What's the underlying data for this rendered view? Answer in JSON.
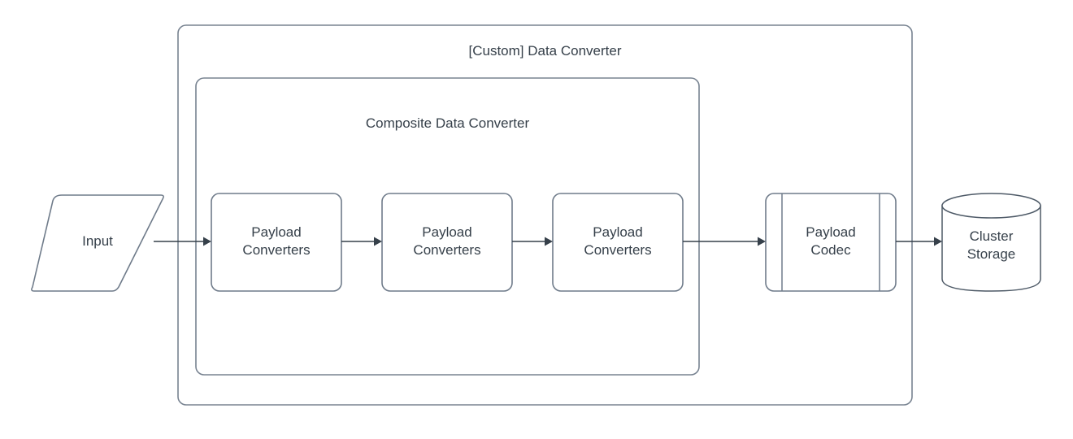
{
  "diagram": {
    "title": "[Custom] Data Converter",
    "background_color": "#ffffff",
    "stroke_color": "#6f7b8a",
    "text_color": "#36404a",
    "containers": [
      {
        "id": "custom-data-converter",
        "label": "[Custom] Data Converter",
        "shape": "rounded-rect"
      },
      {
        "id": "composite-data-converter",
        "label": "Composite Data Converter",
        "shape": "rounded-rect"
      }
    ],
    "nodes": [
      {
        "id": "input",
        "label": "Input",
        "shape": "parallelogram"
      },
      {
        "id": "payload-converters-1",
        "label": "Payload\nConverters",
        "shape": "rounded-rect"
      },
      {
        "id": "payload-converters-2",
        "label": "Payload\nConverters",
        "shape": "rounded-rect"
      },
      {
        "id": "payload-converters-3",
        "label": "Payload\nConverters",
        "shape": "rounded-rect"
      },
      {
        "id": "payload-codec",
        "label": "Payload\nCodec",
        "shape": "predefined-process"
      },
      {
        "id": "cluster-storage",
        "label": "Cluster\nStorage",
        "shape": "cylinder"
      }
    ],
    "edges": [
      {
        "from": "input",
        "to": "payload-converters-1",
        "arrow": "single"
      },
      {
        "from": "payload-converters-1",
        "to": "payload-converters-2",
        "arrow": "single"
      },
      {
        "from": "payload-converters-2",
        "to": "payload-converters-3",
        "arrow": "single"
      },
      {
        "from": "payload-converters-3",
        "to": "payload-codec",
        "arrow": "single"
      },
      {
        "from": "payload-codec",
        "to": "cluster-storage",
        "arrow": "single"
      }
    ]
  }
}
